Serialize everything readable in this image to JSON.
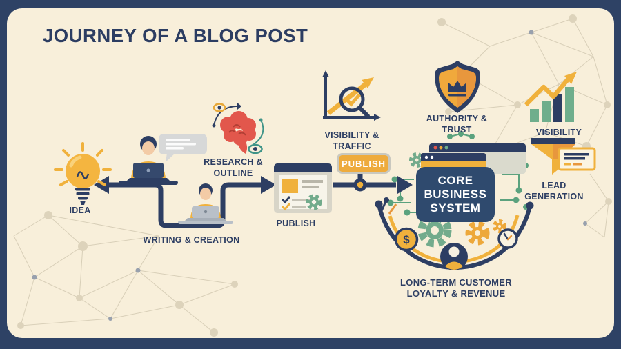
{
  "title": "JOURNEY OF A BLOG POST",
  "colors": {
    "frame_navy": "#2e4265",
    "card_cream": "#f8efda",
    "text_navy": "#2d3e63",
    "accent_yellow": "#f0b13c",
    "accent_orange": "#e8973d",
    "accent_green": "#6fae8c",
    "accent_red": "#e2574c"
  },
  "stages": {
    "idea": {
      "label": "IDEA"
    },
    "writing": {
      "label": "WRITING & CREATION"
    },
    "research": {
      "label": "RESEARCH & OUTLINE"
    },
    "publish": {
      "label": "PUBLISH"
    },
    "publish_badge": {
      "label": "PUBLISH"
    },
    "visibility_traffic": {
      "label": "VISIBILITY & TRAFFIC"
    },
    "core_business_system": {
      "label": "CORE BUSINESS SYSTEM"
    },
    "authority_trust": {
      "label": "AUTHORITY & TRUST"
    },
    "visibility": {
      "label": "VISIBILITY"
    },
    "lead_generation": {
      "label": "LEAD GENERATION"
    },
    "loyalty_revenue": {
      "label": "LONG-TERM CUSTOMER LOYALTY & REVENUE"
    }
  },
  "symbols": {
    "dollar": "$"
  }
}
